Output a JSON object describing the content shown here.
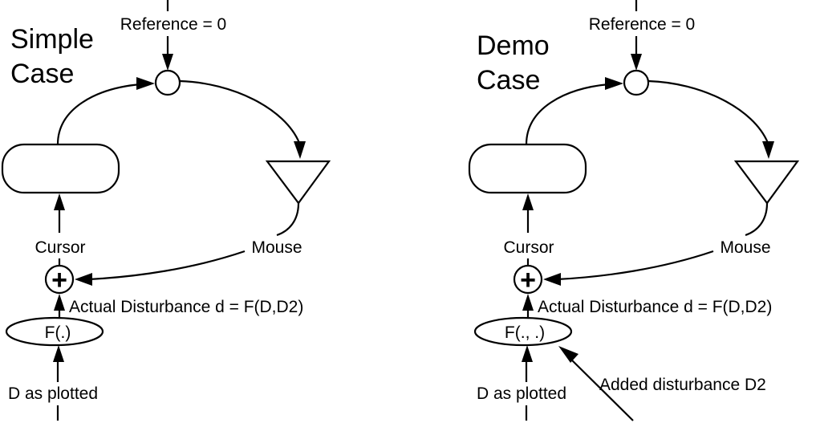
{
  "diagrams": [
    {
      "id": "simple",
      "title_line1": "Simple",
      "title_line2": "Case",
      "reference_label": "Reference = 0",
      "cursor_label": "Cursor",
      "mouse_label": "Mouse",
      "disturbance_label": "Actual Disturbance d = F(D,D2)",
      "function_label": "F(.)",
      "input_label": "D as plotted",
      "summing_symbol": "+"
    },
    {
      "id": "demo",
      "title_line1": "Demo",
      "title_line2": "Case",
      "reference_label": "Reference = 0",
      "cursor_label": "Cursor",
      "mouse_label": "Mouse",
      "disturbance_label": "Actual Disturbance d = F(D,D2)",
      "function_label": "F(., .)",
      "input_label": "D as plotted",
      "added_disturbance_label": "Added disturbance D2",
      "summing_symbol": "+"
    }
  ]
}
